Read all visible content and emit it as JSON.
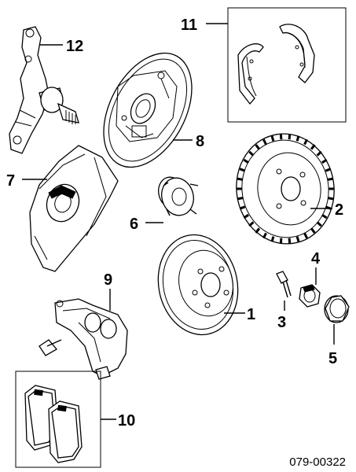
{
  "callouts": {
    "c1": "1",
    "c2": "2",
    "c3": "3",
    "c4": "4",
    "c5": "5",
    "c6": "6",
    "c7": "7",
    "c8": "8",
    "c9": "9",
    "c10": "10",
    "c11": "11",
    "c12": "12"
  },
  "diagram_code": "079-00322"
}
